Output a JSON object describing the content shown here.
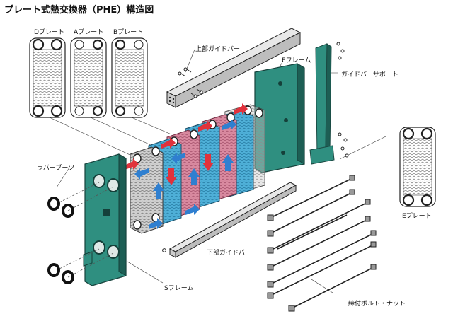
{
  "title": "プレート式熱交換器（PHE）構造図",
  "labels": {
    "d_plate": "Dプレート",
    "a_plate": "Aプレート",
    "b_plate": "Bプレート",
    "upper_guide_bar": "上部ガイドバー",
    "e_frame": "Eフレーム",
    "guide_bar_support": "ガイドバーサポート",
    "rubber_boot": "ラバーブーツ",
    "e_plate": "Eプレート",
    "lower_guide_bar": "下部ガイドバー",
    "s_frame": "Sフレーム",
    "tightening_bolt_nut": "締付ボルト・ナット"
  },
  "colors": {
    "frame_teal": "#2f8f80",
    "frame_dark": "#1d5e54",
    "hot_red": "#e0323c",
    "cold_blue": "#2f7fd0",
    "plate_pink": "#d98aa0",
    "plate_cyan": "#4fb0d8",
    "plate_gray": "#b0b0b0"
  }
}
